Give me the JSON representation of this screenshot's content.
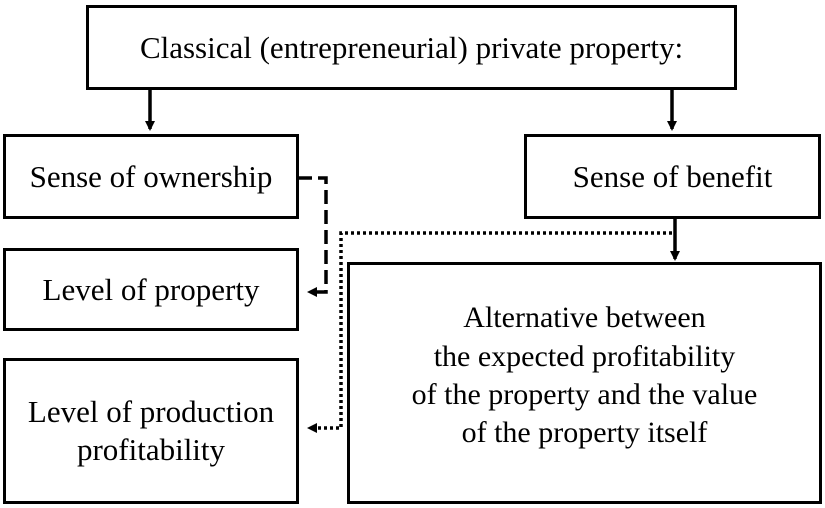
{
  "diagram": {
    "top_box": "Classical (entrepreneurial) private property:",
    "ownership_box": "Sense of ownership",
    "benefit_box": "Sense of benefit",
    "property_level_box": "Level of property",
    "production_box_line1": "Level of production",
    "production_box_line2": "profitability",
    "alternative_box_line1": "Alternative between",
    "alternative_box_line2": "the expected profitability",
    "alternative_box_line3": "of the property and the value",
    "alternative_box_line4": "of the property itself"
  }
}
